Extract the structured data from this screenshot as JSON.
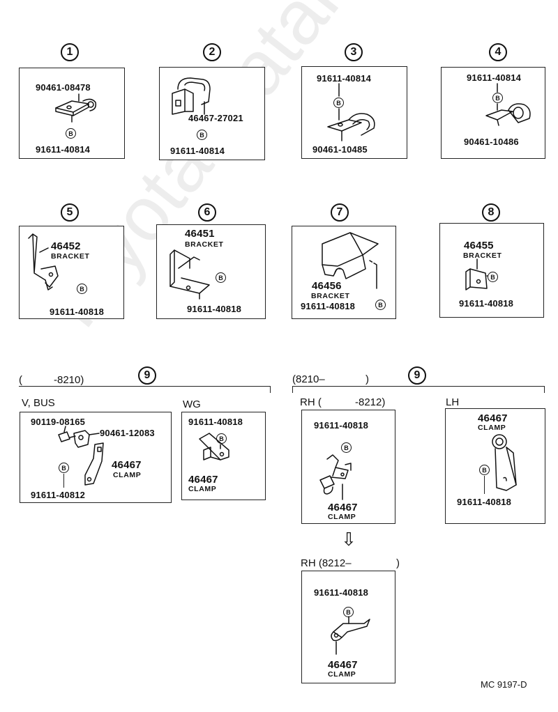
{
  "watermark": "Toyota-Catalog",
  "diagram_code": "MC 9197-D",
  "callouts": {
    "c1": "1",
    "c2": "2",
    "c3": "3",
    "c4": "4",
    "c5": "5",
    "c6": "6",
    "c7": "7",
    "c8": "8",
    "c9a": "9",
    "c9b": "9"
  },
  "bolt_mark": "B",
  "panel1": {
    "part_top": "90461-08478",
    "part_bottom": "91611-40814"
  },
  "panel2": {
    "part_clamp": "46467-27021",
    "part_bolt": "91611-40814"
  },
  "panel3": {
    "part_bolt": "91611-40814",
    "part_clamp": "90461-10485"
  },
  "panel4": {
    "part_bolt": "91611-40814",
    "part_clamp": "90461-10486"
  },
  "panel5": {
    "part": "46452",
    "name": "BRACKET",
    "part_bolt": "91611-40818"
  },
  "panel6": {
    "part": "46451",
    "name": "BRACKET",
    "part_bolt": "91611-40818"
  },
  "panel7": {
    "part": "46456",
    "name": "BRACKET",
    "part_bolt": "91611-40818"
  },
  "panel8": {
    "part": "46455",
    "name": "BRACKET",
    "part_bolt": "91611-40818"
  },
  "group9a": {
    "range_open": "(",
    "range_end": "-8210)",
    "sub_vbus": "V, BUS",
    "sub_wg": "WG",
    "vbus": {
      "part_a": "90119-08165",
      "part_b": "90461-12083",
      "part_clamp": "46467",
      "clamp_name": "CLAMP",
      "part_bolt": "91611-40812"
    },
    "wg": {
      "part_bolt": "91611-40818",
      "part_clamp": "46467",
      "clamp_name": "CLAMP"
    }
  },
  "group9b": {
    "range_start": "(8210–",
    "range_close": ")",
    "rh_open": "RH (",
    "rh_end": "-8212)",
    "lh": "LH",
    "rh1": {
      "part_bolt": "91611-40818",
      "part_clamp": "46467",
      "clamp_name": "CLAMP"
    },
    "lhp": {
      "part_clamp": "46467",
      "clamp_name": "CLAMP",
      "part_bolt": "91611-40818"
    },
    "arrow": "⇩",
    "rh2_open": "RH (8212–",
    "rh2_close": ")",
    "rh2": {
      "part_bolt": "91611-40818",
      "part_clamp": "46467",
      "clamp_name": "CLAMP"
    }
  }
}
